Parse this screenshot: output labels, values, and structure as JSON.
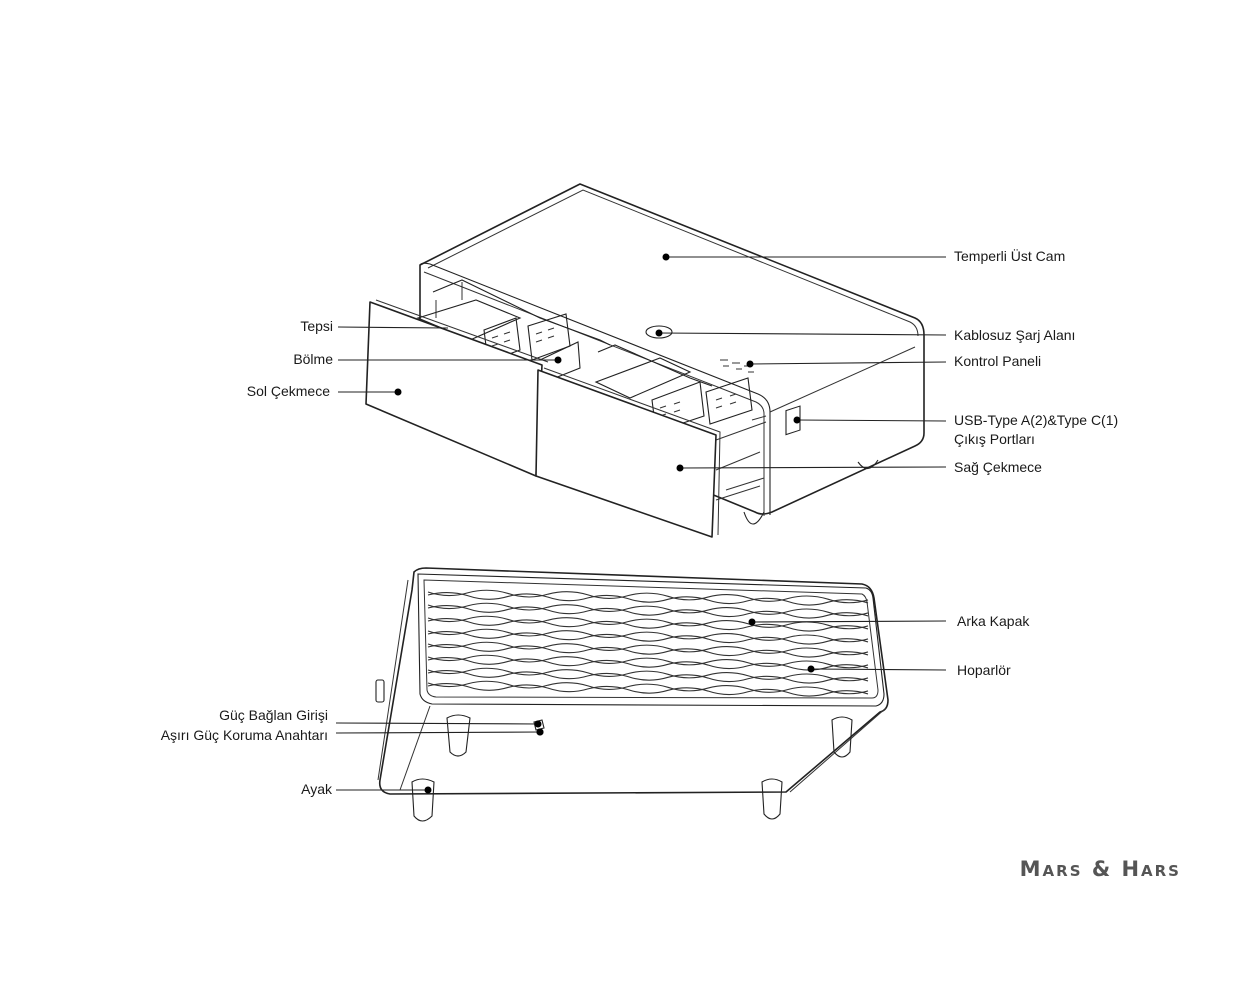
{
  "labels": {
    "temperli_ust_cam": "Temperli Üst Cam",
    "kablosuz_sarj": "Kablosuz Şarj Alanı",
    "kontrol_paneli": "Kontrol Paneli",
    "usb_line1": "USB-Type A(2)&Type C(1)",
    "usb_line2": "Çıkış Portları",
    "sag_cekmece": "Sağ Çekmece",
    "tepsi": "Tepsi",
    "bolme": "Bölme",
    "sol_cekmece": "Sol Çekmece",
    "arka_kapak": "Arka Kapak",
    "hoparlor": "Hoparlör",
    "guc_girisi": "Güç Bağlan Girişi",
    "asiri_guc": "Aşırı Güç Koruma Anahtarı",
    "ayak": "Ayak"
  },
  "brand": {
    "logo_text": "Mars & Hars"
  },
  "colors": {
    "line": "#222222",
    "brand": "#555555"
  }
}
